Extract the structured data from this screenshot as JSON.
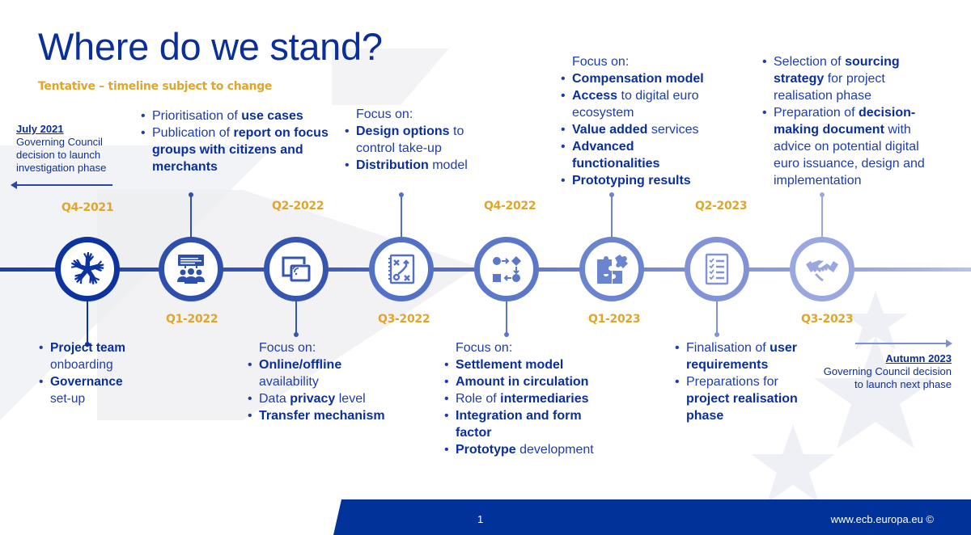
{
  "slide": {
    "title": "Where do we stand?",
    "subtitle": "Tentative – timeline subject to change",
    "colors": {
      "title_blue": "#0a2f9a",
      "accent_gold": "#e0a62a",
      "footer_blue": "#003299",
      "text_blue": "#1e3da6"
    }
  },
  "start_note": {
    "heading": "July 2021",
    "text": "Governing Council decision to launch investigation phase",
    "arrow": "left-arrow"
  },
  "end_note": {
    "heading": "Autumn 2023",
    "text": "Governing Council decision to launch next phase",
    "arrow": "right-arrow"
  },
  "milestones": [
    {
      "quarter": "Q4-2021",
      "label_position": "above",
      "icon": "hands-together-icon",
      "color": "#0d33a0",
      "text_position": "below",
      "intro": "",
      "bullets": [
        {
          "bold": "Project team",
          "rest": " onboarding",
          "bold_first": true
        },
        {
          "bold": "Governance",
          "rest": " set-up",
          "bold_first": true
        }
      ]
    },
    {
      "quarter": "Q1-2022",
      "label_position": "below",
      "icon": "focus-group-presentation-icon",
      "color": "#2f4fad",
      "text_position": "above",
      "intro": "",
      "bullets": [
        {
          "plain": "Prioritisation of ",
          "bold": "use cases"
        },
        {
          "plain": "Publication of ",
          "bold": "report on focus groups with citizens and merchants"
        }
      ]
    },
    {
      "quarter": "Q2-2022",
      "label_position": "above",
      "icon": "contactless-device-icon",
      "color": "#3655b0",
      "text_position": "below",
      "intro": "Focus on:",
      "bullets": [
        {
          "bold": "Online/offline",
          "rest": " availability",
          "bold_first": true
        },
        {
          "plain": "Data ",
          "bold": "privacy",
          "rest": " level"
        },
        {
          "bold": "Transfer mechanism",
          "bold_first": true
        }
      ]
    },
    {
      "quarter": "Q3-2022",
      "label_position": "below",
      "icon": "strategy-playbook-icon",
      "color": "#5270c6",
      "text_position": "above",
      "intro": "Focus on:",
      "bullets": [
        {
          "bold": "Design options",
          "rest": " to control take-up",
          "bold_first": true
        },
        {
          "bold": "Distribution",
          "rest": " model",
          "bold_first": true
        }
      ]
    },
    {
      "quarter": "Q4-2022",
      "label_position": "above",
      "icon": "process-flow-icon",
      "color": "#5a77c9",
      "text_position": "below",
      "intro": "Focus on:",
      "bullets": [
        {
          "bold": "Settlement model",
          "bold_first": true
        },
        {
          "bold": "Amount in circulation",
          "bold_first": true
        },
        {
          "plain": "Role of ",
          "bold": "intermediaries"
        },
        {
          "bold": "Integration and form factor",
          "bold_first": true
        },
        {
          "bold": "Prototype",
          "rest": " development",
          "bold_first": true
        }
      ]
    },
    {
      "quarter": "Q1-2023",
      "label_position": "below",
      "icon": "puzzle-pieces-icon",
      "color": "#6b84cf",
      "text_position": "above",
      "intro": "Focus on:",
      "bullets": [
        {
          "bold": "Compensation model",
          "bold_first": true
        },
        {
          "bold": "Access",
          "rest": " to digital euro ecosystem",
          "bold_first": true
        },
        {
          "bold": "Value added",
          "rest": " services",
          "bold_first": true
        },
        {
          "bold": "Advanced functionalities",
          "bold_first": true
        },
        {
          "bold": "Prototyping results",
          "bold_first": true
        }
      ]
    },
    {
      "quarter": "Q2-2023",
      "label_position": "above",
      "icon": "checklist-icon",
      "color": "#8193d6",
      "text_position": "below",
      "intro": "",
      "bullets": [
        {
          "plain": "Finalisation of ",
          "bold": "user requirements"
        },
        {
          "plain": "Preparations for ",
          "bold": "project realisation phase"
        }
      ]
    },
    {
      "quarter": "Q3-2023",
      "label_position": "below",
      "icon": "handshake-icon",
      "color": "#9aa8df",
      "text_position": "above",
      "intro": "",
      "bullets": [
        {
          "plain": "Selection of ",
          "bold": "sourcing strategy",
          "rest": " for project realisation phase"
        },
        {
          "plain": "Preparation of ",
          "bold": "decision-making document",
          "rest": " with advice on potential digital euro issuance, design and implementation"
        }
      ]
    }
  ],
  "footer": {
    "page_number": "1",
    "website": "www.ecb.europa.eu ©"
  }
}
